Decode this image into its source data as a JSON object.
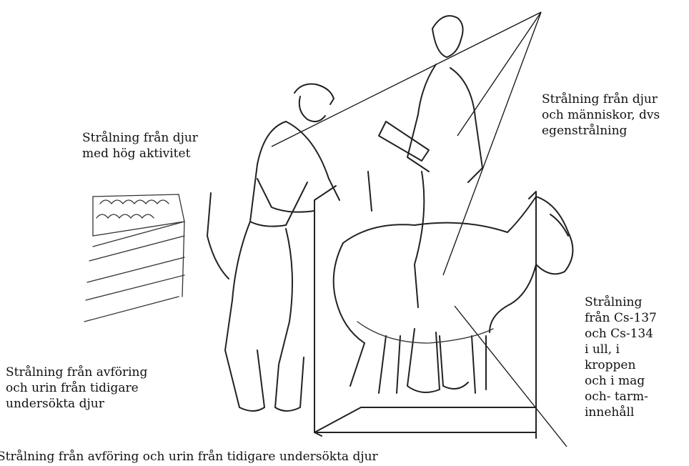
{
  "labels": {
    "animals_high_activity": [
      "Strålning från djur",
      "med hög aktivitet"
    ],
    "self_radiation": [
      "Strålning från djur",
      "och människor, dvs",
      "egenstrålning"
    ],
    "cesium": [
      "Strålning",
      "från Cs-137",
      "och Cs-134",
      "i ull, i",
      "kroppen",
      "och i mag",
      "och- tarm-",
      "innehåll"
    ],
    "feces_left": [
      "Strålning från avföring",
      "och urin från tidigare",
      "undersökta djur"
    ],
    "feces_bottom": "Strålning från avföring och urin från tidigare undersökta djur"
  }
}
